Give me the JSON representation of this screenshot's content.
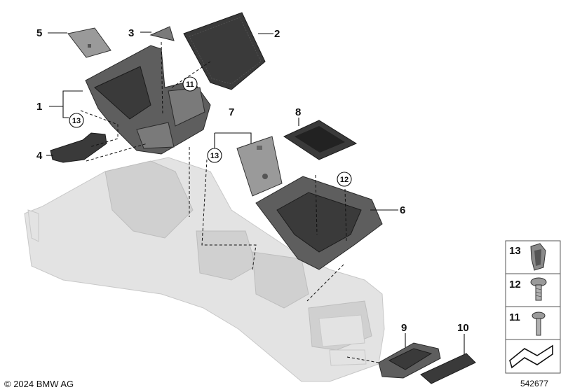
{
  "callouts": {
    "c1": "1",
    "c2": "2",
    "c3": "3",
    "c4": "4",
    "c5": "5",
    "c6": "6",
    "c7": "7",
    "c8": "8",
    "c9": "9",
    "c10": "10"
  },
  "circled": {
    "c11": "11",
    "c12": "12",
    "c13a": "13",
    "c13b": "13"
  },
  "kit": {
    "k13": "13",
    "k12": "12",
    "k11": "11"
  },
  "footer": {
    "copyright": "© 2024 BMW AG",
    "doc_number": "542677"
  }
}
